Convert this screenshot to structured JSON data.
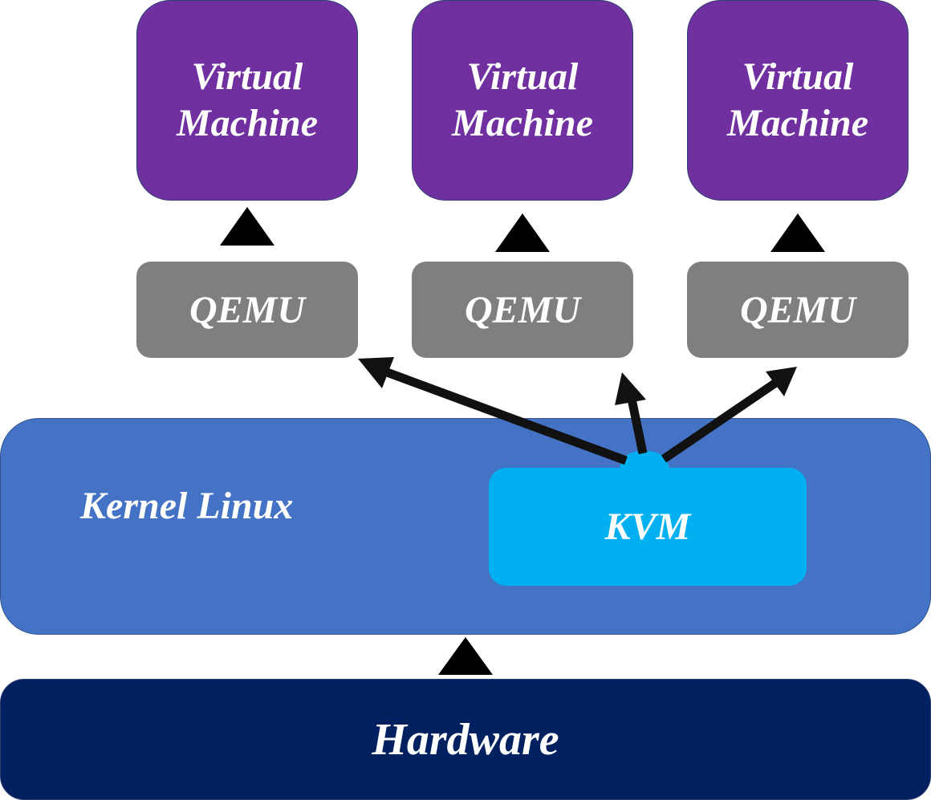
{
  "virtual_machines": [
    {
      "label": "Virtual\nMachine"
    },
    {
      "label": "Virtual\nMachine"
    },
    {
      "label": "Virtual\nMachine"
    }
  ],
  "qemu_boxes": [
    {
      "label": "QEMU"
    },
    {
      "label": "QEMU"
    },
    {
      "label": "QEMU"
    }
  ],
  "kernel": {
    "label": "Kernel Linux"
  },
  "kvm": {
    "label": "KVM"
  },
  "hardware": {
    "label": "Hardware"
  },
  "colors": {
    "virtual_machine": "#7030a0",
    "qemu": "#7f7f7f",
    "kernel": "#4472c4",
    "kvm": "#00b0f0",
    "hardware": "#002060",
    "arrow": "#000000"
  }
}
